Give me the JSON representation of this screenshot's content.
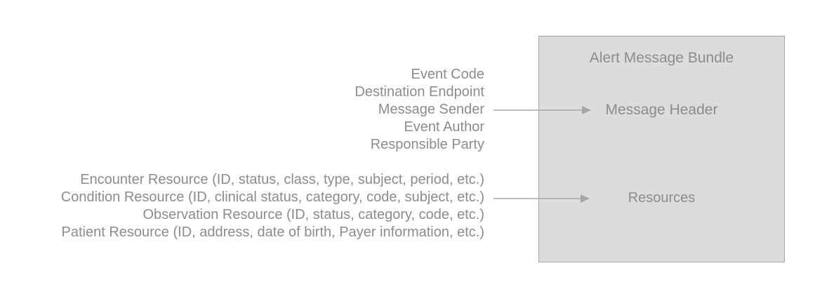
{
  "left_labels": {
    "header_fields": [
      "Event Code",
      "Destination Endpoint",
      "Message Sender",
      "Event Author",
      "Responsible Party"
    ],
    "resource_fields": [
      "Encounter Resource (ID, status, class, type, subject, period, etc.)",
      "Condition Resource (ID, clinical status, category, code, subject, etc.)",
      "Observation Resource (ID, status, category, code, etc.)",
      "Patient Resource (ID, address, date of birth, Payer information, etc.)"
    ]
  },
  "bundle": {
    "title": "Alert Message Bundle",
    "message_header": "Message Header",
    "resources": "Resources"
  },
  "colors": {
    "text": "#8c8c8c",
    "box_fill": "#dcdcdc",
    "box_border": "#a6a6a6",
    "arrow": "#a6a6a6"
  }
}
